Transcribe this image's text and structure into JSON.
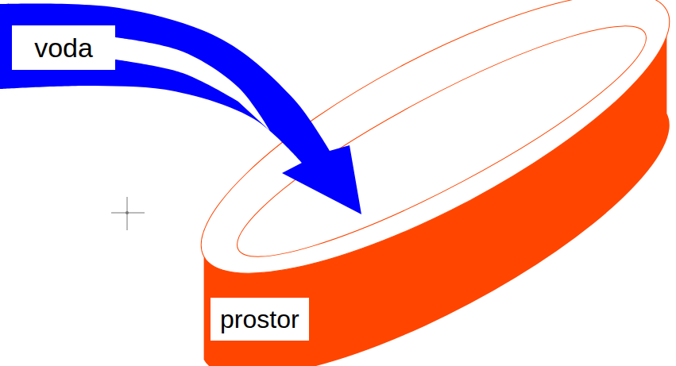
{
  "diagram": {
    "nodes": [
      {
        "text": [
          "voda"
        ]
      },
      {
        "text": [
          "prostor"
        ]
      }
    ],
    "edges": [
      {
        "from": 0,
        "to": 1,
        "arrow": "to"
      }
    ]
  }
}
